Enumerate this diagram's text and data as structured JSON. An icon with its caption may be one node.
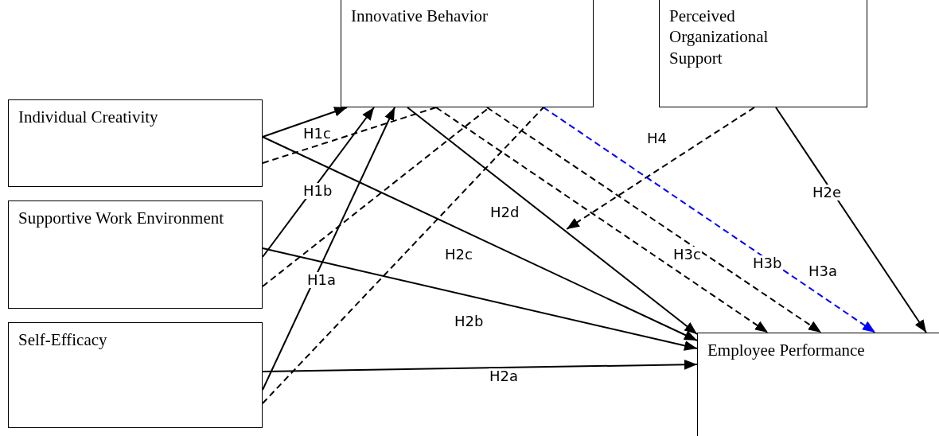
{
  "diagram": {
    "nodes": [
      {
        "text": [
          "Innovative Behavior"
        ]
      },
      {
        "text": [
          "Perceived Organizational Support"
        ]
      },
      {
        "text": [
          "Individual Creativity"
        ]
      },
      {
        "text": [
          "Supportive Work Environment"
        ]
      },
      {
        "text": [
          "Self-Efficacy"
        ]
      },
      {
        "text": [
          "Employee Performance"
        ]
      }
    ],
    "edges": [
      {
        "from": 2,
        "to": 0,
        "arrow": "to",
        "label": "H1c"
      },
      {
        "from": 3,
        "to": 0,
        "arrow": "to",
        "label": "H1b"
      },
      {
        "from": 4,
        "to": 0,
        "arrow": "to",
        "label": "H1a"
      },
      {
        "from": 2,
        "to": 5,
        "arrow": "to",
        "label": "H2c"
      },
      {
        "from": 3,
        "to": 5,
        "arrow": "to",
        "label": "H2b"
      },
      {
        "from": 4,
        "to": 5,
        "arrow": "to",
        "label": "H2a"
      },
      {
        "from": 0,
        "to": 5,
        "arrow": "to",
        "label": "H2d"
      },
      {
        "from": 1,
        "to": 5,
        "arrow": "to",
        "label": "H2e"
      },
      {
        "from": 1,
        "to": null,
        "arrow": "to",
        "label": "H4",
        "style": "dashed"
      },
      {
        "from": 2,
        "to": 0,
        "arrow": "none",
        "style": "dashed"
      },
      {
        "from": 3,
        "to": 0,
        "arrow": "none",
        "style": "dashed"
      },
      {
        "from": 4,
        "to": 0,
        "arrow": "none",
        "style": "dashed"
      },
      {
        "from": 0,
        "to": 5,
        "arrow": "to",
        "label": "H3c",
        "style": "dashed"
      },
      {
        "from": 0,
        "to": 5,
        "arrow": "to",
        "label": "H3b",
        "style": "dashed"
      },
      {
        "from": 0,
        "to": 5,
        "arrow": "to",
        "label": "H3a",
        "style": "dashed",
        "color": "#0000ff"
      }
    ]
  }
}
